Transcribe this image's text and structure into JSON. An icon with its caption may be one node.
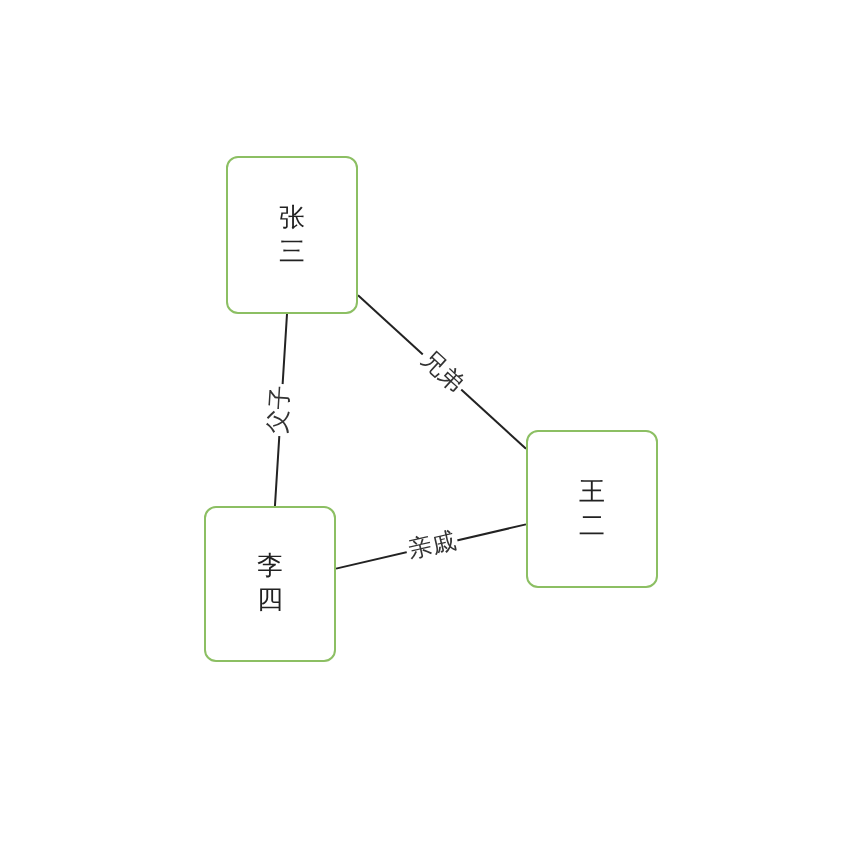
{
  "diagram": {
    "nodes": [
      {
        "text": [
          "张三"
        ]
      },
      {
        "text": [
          "王二"
        ]
      },
      {
        "text": [
          "李四"
        ]
      }
    ],
    "edges": [
      {
        "from": 0,
        "to": 1,
        "arrow": "none",
        "label": "兄弟"
      },
      {
        "from": 0,
        "to": 2,
        "arrow": "none",
        "label": "父子"
      },
      {
        "from": 2,
        "to": 1,
        "arrow": "none",
        "label": "亲戚"
      }
    ]
  }
}
